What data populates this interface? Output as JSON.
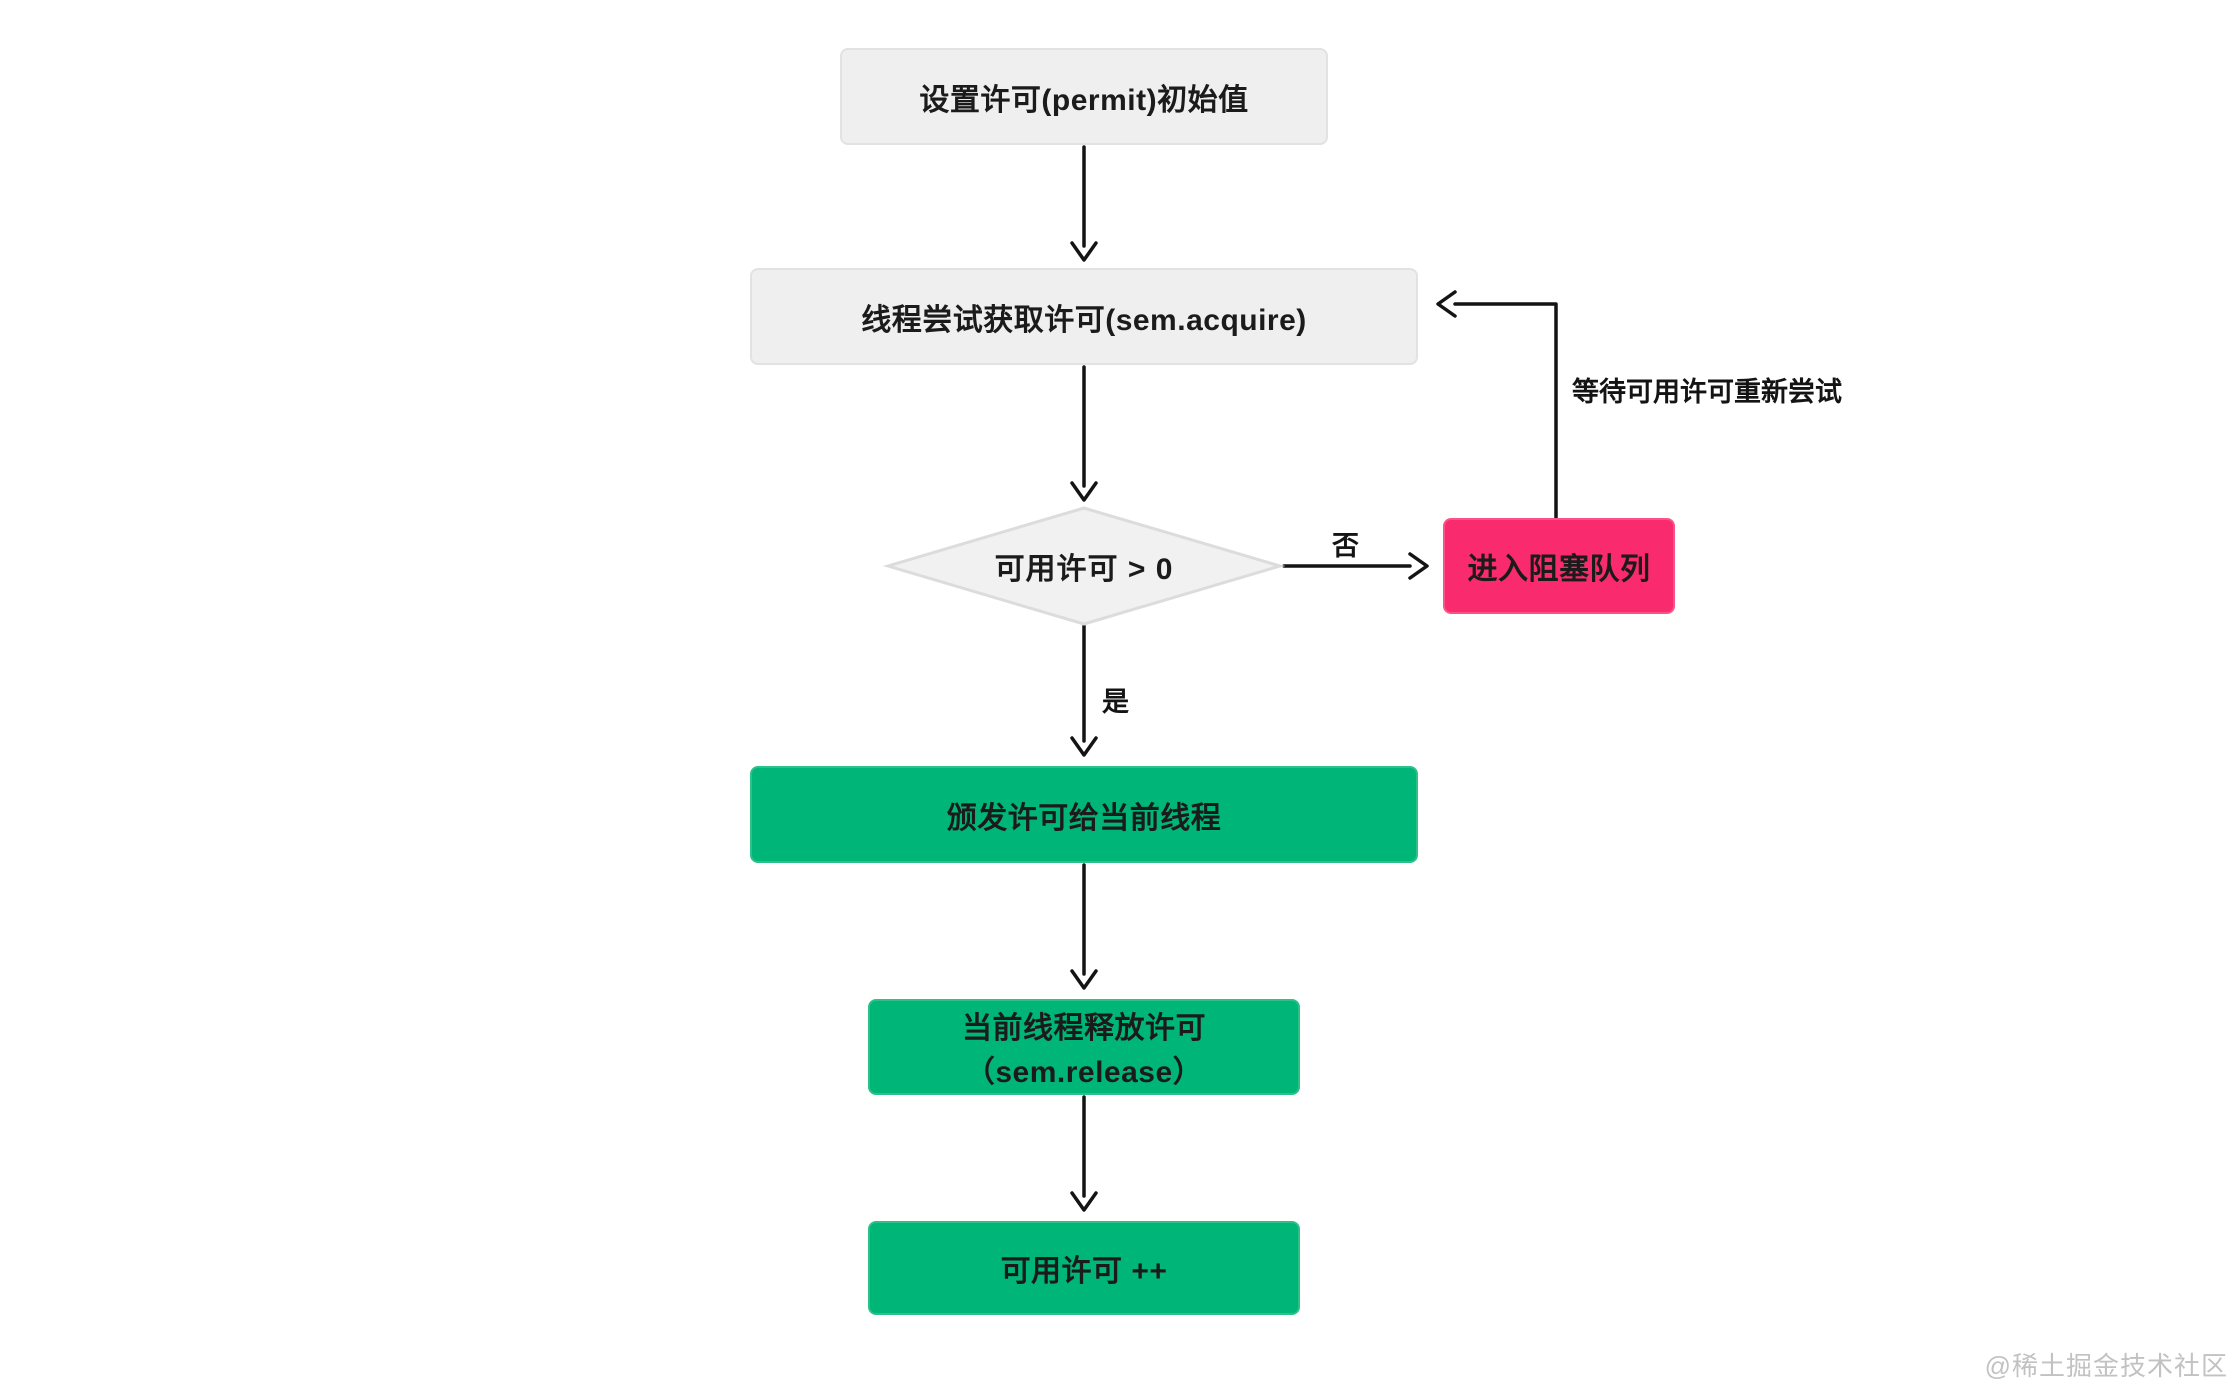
{
  "diagram": {
    "title_hint": "semaphore-permit-flowchart",
    "nodes": {
      "init": {
        "label": "设置许可(permit)初始值",
        "type": "process"
      },
      "acquire": {
        "label": "线程尝试获取许可(sem.acquire)",
        "type": "process"
      },
      "decision": {
        "label": "可用许可 > 0",
        "type": "decision"
      },
      "blocked": {
        "label": "进入阻塞队列",
        "type": "blocked"
      },
      "grant": {
        "label": "颁发许可给当前线程",
        "type": "success"
      },
      "release": {
        "label": "当前线程释放许可（sem.release）",
        "type": "success"
      },
      "increment": {
        "label": "可用许可 ++",
        "type": "success"
      }
    },
    "edge_labels": {
      "yes": "是",
      "no": "否",
      "retry": "等待可用许可重新尝试"
    },
    "colors": {
      "process_fill": "#efefef",
      "process_border": "#e2e2e2",
      "decision_fill": "#f1f1f1",
      "decision_border": "#dcdcdc",
      "success_fill": "#00b578",
      "blocked_fill": "#fa2a6e",
      "line": "#141414"
    }
  },
  "watermark": {
    "text": "@稀土掘金技术社区"
  }
}
